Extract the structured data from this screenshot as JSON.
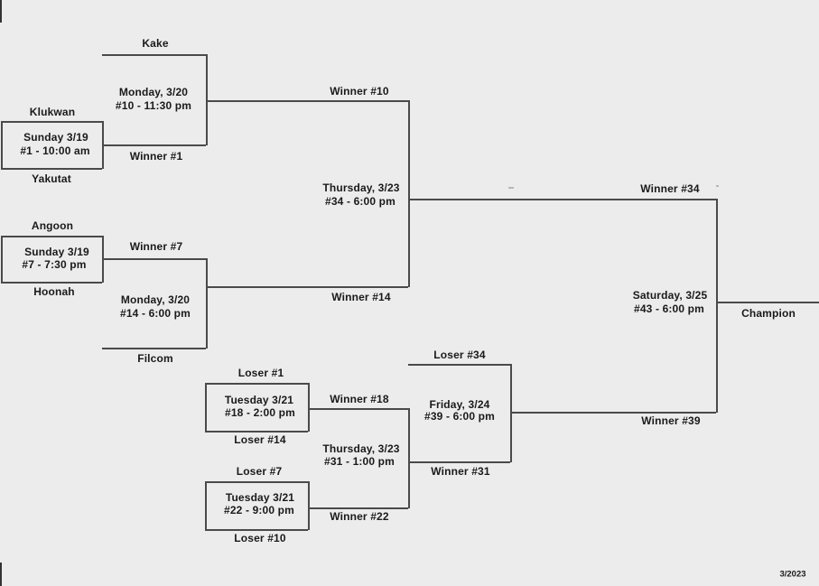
{
  "winners_bracket": {
    "game1": {
      "team_top": "Klukwan",
      "team_bottom": "Yakutat",
      "date": "Sunday 3/19",
      "game_time": "#1 - 10:00 am",
      "winner_label": "Winner #1"
    },
    "game7": {
      "team_top": "Angoon",
      "team_bottom": "Hoonah",
      "date": "Sunday 3/19",
      "game_time": "#7 - 7:30 pm",
      "winner_label": "Winner #7"
    },
    "game10": {
      "team_top": "Kake",
      "date": "Monday, 3/20",
      "game_time": "#10 - 11:30 pm",
      "winner_label": "Winner #10"
    },
    "game14": {
      "team_bottom": "Filcom",
      "date": "Monday, 3/20",
      "game_time": "#14 - 6:00 pm",
      "winner_label": "Winner #14"
    },
    "game34": {
      "date": "Thursday, 3/23",
      "game_time": "#34 - 6:00 pm",
      "winner_label": "Winner #34"
    },
    "game43": {
      "date": "Saturday, 3/25",
      "game_time": "#43 - 6:00 pm",
      "champion_label": "Champion"
    }
  },
  "consolation_bracket": {
    "game18": {
      "team_top": "Loser #1",
      "team_bottom": "Loser #14",
      "date": "Tuesday 3/21",
      "game_time": "#18 - 2:00 pm",
      "winner_label": "Winner #18"
    },
    "game22": {
      "team_top": "Loser #7",
      "team_bottom": "Loser #10",
      "date": "Tuesday 3/21",
      "game_time": "#22 - 9:00 pm",
      "winner_label": "Winner #22"
    },
    "game31": {
      "date": "Thursday, 3/23",
      "game_time": "#31 - 1:00 pm",
      "winner_label": "Winner #31"
    },
    "game39": {
      "team_top": "Loser #34",
      "date": "Friday, 3/24",
      "game_time": "#39 - 6:00 pm",
      "winner_label": "Winner #39"
    }
  },
  "footer": {
    "revision_date": "3/2023"
  },
  "colors": {
    "background": "#ececec",
    "line": "#4a4a4a",
    "text": "#1a1a1a"
  }
}
